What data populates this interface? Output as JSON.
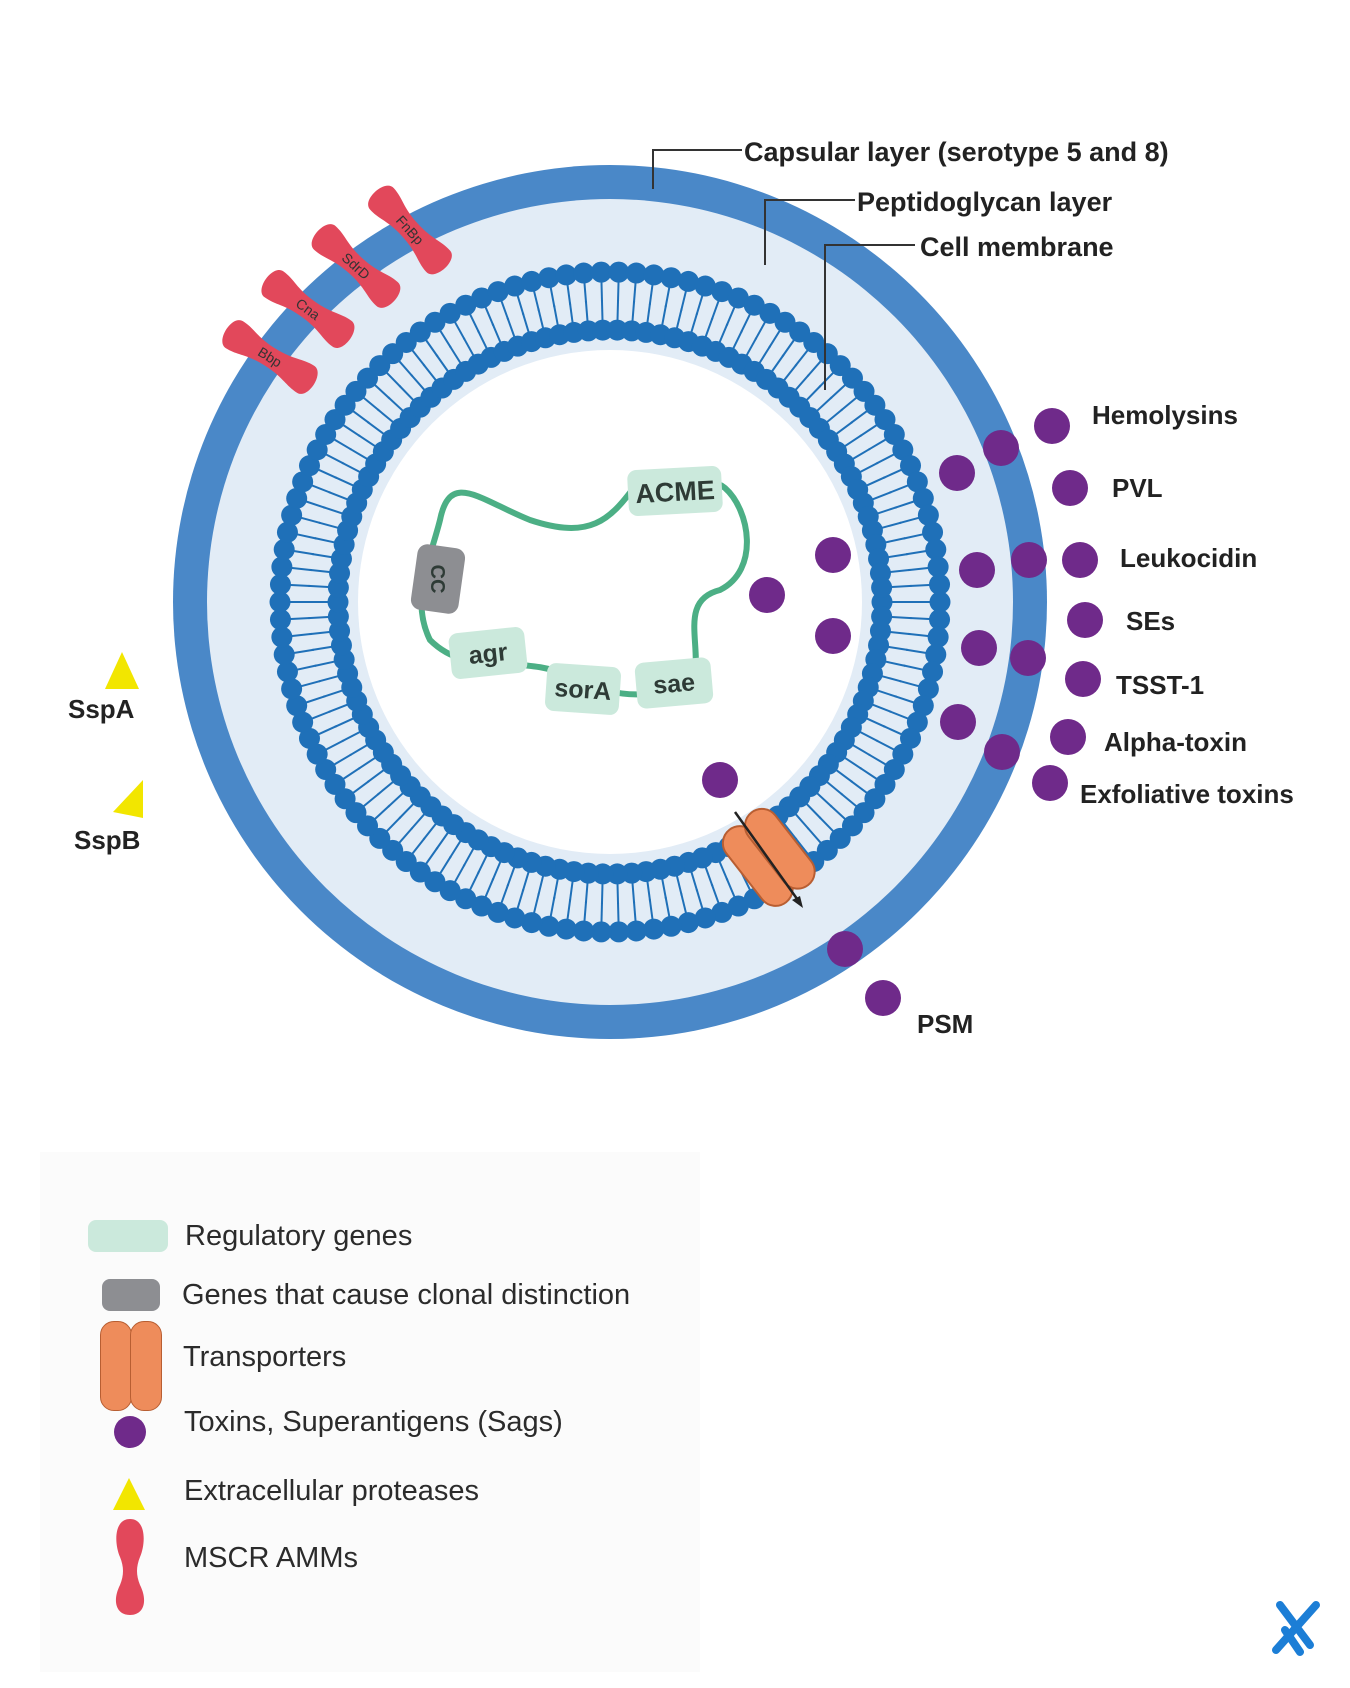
{
  "layers": {
    "capsular": "Capsular layer (serotype 5 and 8)",
    "peptidoglycan": "Peptidoglycan layer",
    "membrane": "Cell membrane"
  },
  "genes": {
    "acme": "ACME",
    "cc": "CC",
    "agr": "agr",
    "sora": "sorA",
    "sae": "sae"
  },
  "adhesins": [
    "FnBp",
    "SdrD",
    "Cna",
    "Bbp"
  ],
  "proteases": [
    "SspA",
    "SspB"
  ],
  "toxins": [
    "Hemolysins",
    "PVL",
    "Leukocidin",
    "SEs",
    "TSST-1",
    "Alpha-toxin",
    "Exfoliative toxins",
    "PSM"
  ],
  "legend": [
    {
      "icon": "regulatory-gene-swatch",
      "label": "Regulatory genes"
    },
    {
      "icon": "clonal-gene-swatch",
      "label": "Genes that cause clonal distinction"
    },
    {
      "icon": "transporter-icon",
      "label": "Transporters"
    },
    {
      "icon": "toxin-dot-icon",
      "label": "Toxins, Superantigens (Sags)"
    },
    {
      "icon": "protease-triangle-icon",
      "label": "Extracellular proteases"
    },
    {
      "icon": "adhesin-icon",
      "label": "MSCR AMMs"
    }
  ],
  "colors": {
    "capsule": "#4a88c8",
    "peptidoglycan": "#e2ecf6",
    "lipid_head": "#1f70b8",
    "regulatory": "#cbe9dc",
    "plasmid": "#4caf85",
    "clonal": "#8d8e92",
    "transporter": "#ee8c5b",
    "toxin": "#6f2a8a",
    "protease": "#f2e600",
    "adhesin": "#e2485b",
    "logo": "#1c7ed6"
  },
  "logo_icon": "x-logo-icon"
}
